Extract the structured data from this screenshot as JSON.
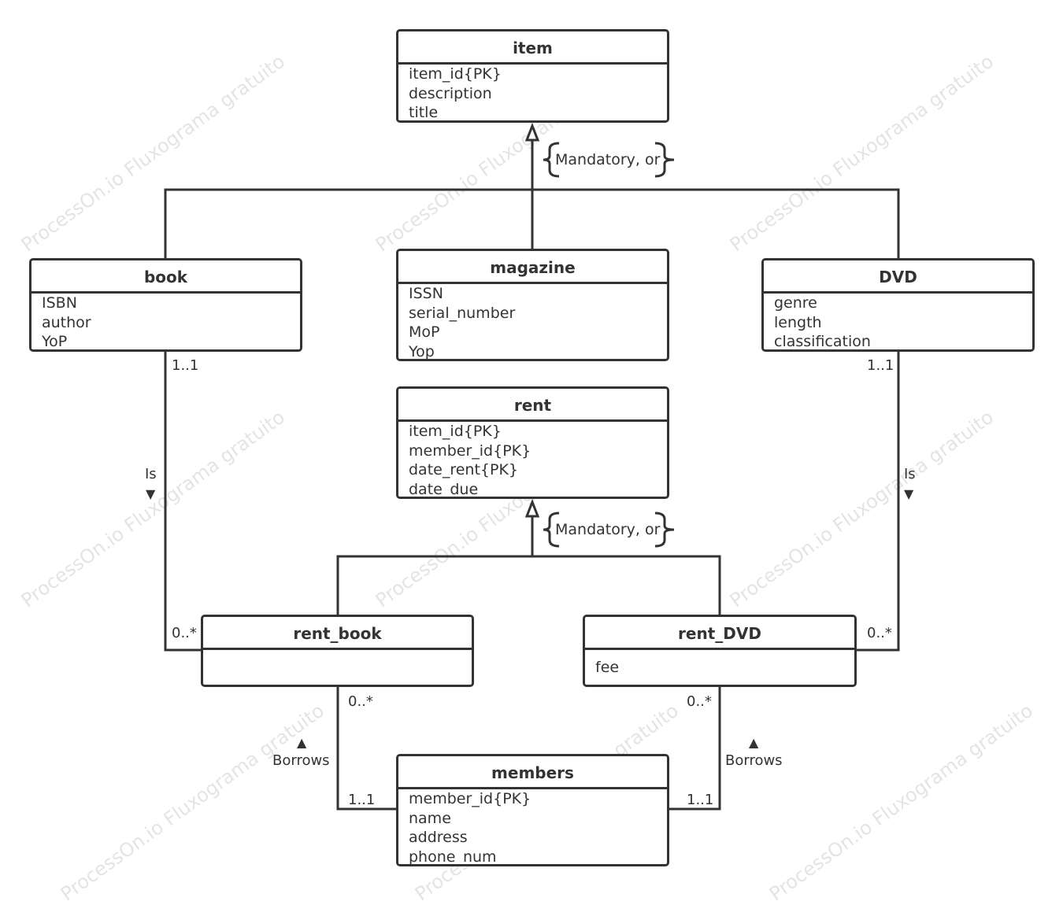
{
  "watermark": "ProcessOn.io Fluxograma gratuito",
  "entities": {
    "item": {
      "name": "item",
      "attrs": [
        "item_id{PK}",
        "description",
        "title"
      ]
    },
    "book": {
      "name": "book",
      "attrs": [
        "ISBN",
        "author",
        "YoP"
      ]
    },
    "magazine": {
      "name": "magazine",
      "attrs": [
        "ISSN",
        "serial_number",
        "MoP",
        "Yop"
      ]
    },
    "dvd": {
      "name": "DVD",
      "attrs": [
        "genre",
        "length",
        "classification"
      ]
    },
    "rent": {
      "name": "rent",
      "attrs": [
        "item_id{PK}",
        "member_id{PK}",
        "date_rent{PK}",
        "date_due"
      ]
    },
    "rent_book": {
      "name": "rent_book",
      "attrs": []
    },
    "rent_dvd": {
      "name": "rent_DVD",
      "attrs": [
        "fee"
      ]
    },
    "members": {
      "name": "members",
      "attrs": [
        "member_id{PK}",
        "name",
        "address",
        "phone_num"
      ]
    }
  },
  "constraints": {
    "item_generalization": "Mandatory, or",
    "rent_generalization": "Mandatory, or"
  },
  "relationships": {
    "book_rentbook": {
      "label": "Is",
      "direction_icon": "down-triangle-icon",
      "arrow": "▼",
      "card_top": "1..1",
      "card_bottom": "0..*"
    },
    "dvd_rentdvd": {
      "label": "Is",
      "direction_icon": "down-triangle-icon",
      "arrow": "▼",
      "card_top": "1..1",
      "card_bottom": "0..*"
    },
    "rentbook_members": {
      "label": "Borrows",
      "direction_icon": "up-triangle-icon",
      "arrow": "▲",
      "card_top": "0..*",
      "card_bottom": "1..1"
    },
    "rentdvd_members": {
      "label": "Borrows",
      "direction_icon": "up-triangle-icon",
      "arrow": "▲",
      "card_top": "0..*",
      "card_bottom": "1..1"
    }
  }
}
